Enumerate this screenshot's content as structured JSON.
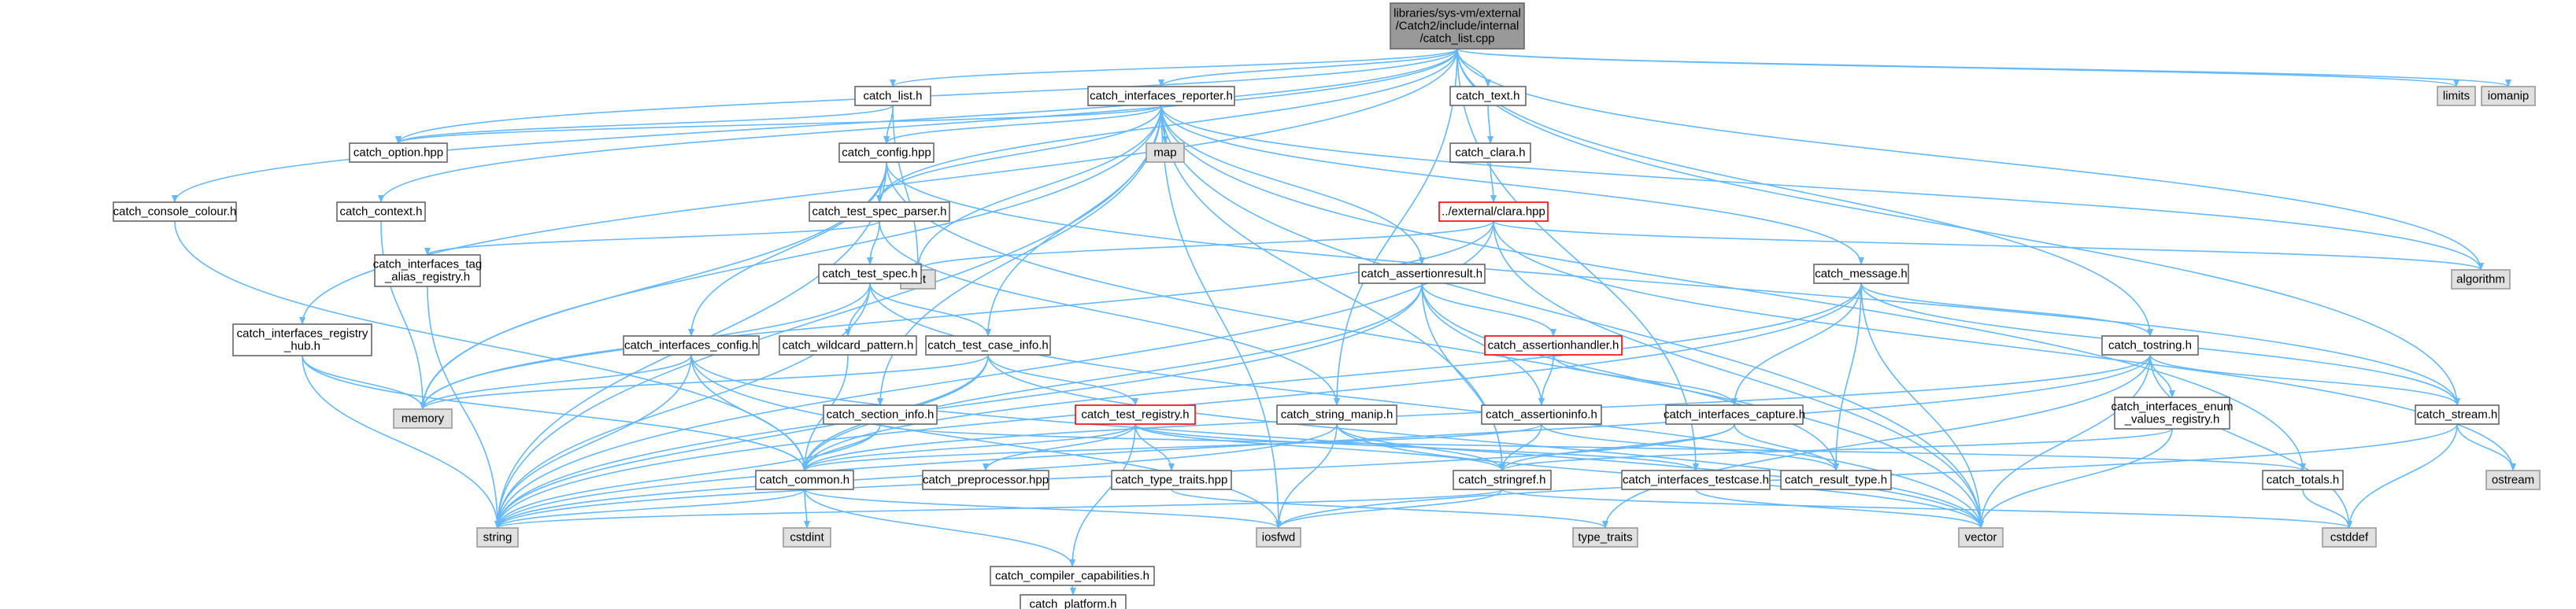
{
  "graph": {
    "colors": {
      "edge": "#63b8ff",
      "node_fill": "#ffffff",
      "node_border": "#666666",
      "root_fill": "#999999",
      "external_fill": "#e0e0e0",
      "external_border": "#999999",
      "highlight_border": "#ff0000"
    },
    "nodes": [
      {
        "id": "root",
        "lines": [
          "libraries/sys-vm/external",
          "/Catch2/include/internal",
          "/catch_list.cpp"
        ],
        "kind": "root"
      },
      {
        "id": "catch_list_h",
        "lines": [
          "catch_list.h"
        ],
        "kind": "normal"
      },
      {
        "id": "catch_interfaces_reporter_h",
        "lines": [
          "catch_interfaces_reporter.h"
        ],
        "kind": "normal"
      },
      {
        "id": "catch_text_h",
        "lines": [
          "catch_text.h"
        ],
        "kind": "normal"
      },
      {
        "id": "limits",
        "lines": [
          "limits"
        ],
        "kind": "external"
      },
      {
        "id": "iomanip",
        "lines": [
          "iomanip"
        ],
        "kind": "external"
      },
      {
        "id": "catch_option_hpp",
        "lines": [
          "catch_option.hpp"
        ],
        "kind": "normal"
      },
      {
        "id": "map",
        "lines": [
          "map"
        ],
        "kind": "external"
      },
      {
        "id": "catch_clara_h",
        "lines": [
          "catch_clara.h"
        ],
        "kind": "normal"
      },
      {
        "id": "catch_config_hpp",
        "lines": [
          "catch_config.hpp"
        ],
        "kind": "normal"
      },
      {
        "id": "clara_hpp",
        "lines": [
          "../external/clara.hpp"
        ],
        "kind": "highlight"
      },
      {
        "id": "catch_console_colour_h",
        "lines": [
          "catch_console_colour.h"
        ],
        "kind": "normal"
      },
      {
        "id": "catch_context_h",
        "lines": [
          "catch_context.h"
        ],
        "kind": "normal"
      },
      {
        "id": "catch_test_spec_parser_h",
        "lines": [
          "catch_test_spec_parser.h"
        ],
        "kind": "normal"
      },
      {
        "id": "set",
        "lines": [
          "set"
        ],
        "kind": "external"
      },
      {
        "id": "algorithm",
        "lines": [
          "algorithm"
        ],
        "kind": "external"
      },
      {
        "id": "catch_interfaces_tag_alias_registry_h",
        "lines": [
          "catch_interfaces_tag",
          "_alias_registry.h"
        ],
        "kind": "normal"
      },
      {
        "id": "catch_test_spec_h",
        "lines": [
          "catch_test_spec.h"
        ],
        "kind": "normal"
      },
      {
        "id": "catch_assertionresult_h",
        "lines": [
          "catch_assertionresult.h"
        ],
        "kind": "normal"
      },
      {
        "id": "catch_message_h",
        "lines": [
          "catch_message.h"
        ],
        "kind": "normal"
      },
      {
        "id": "catch_interfaces_registry_hub_h",
        "lines": [
          "catch_interfaces_registry",
          "_hub.h"
        ],
        "kind": "normal"
      },
      {
        "id": "catch_interfaces_config_h",
        "lines": [
          "catch_interfaces_config.h"
        ],
        "kind": "normal"
      },
      {
        "id": "catch_wildcard_pattern_h",
        "lines": [
          "catch_wildcard_pattern.h"
        ],
        "kind": "normal"
      },
      {
        "id": "catch_test_case_info_h",
        "lines": [
          "catch_test_case_info.h"
        ],
        "kind": "normal"
      },
      {
        "id": "catch_assertionhandler_h",
        "lines": [
          "catch_assertionhandler.h"
        ],
        "kind": "highlight"
      },
      {
        "id": "catch_tostring_h",
        "lines": [
          "catch_tostring.h"
        ],
        "kind": "normal"
      },
      {
        "id": "memory",
        "lines": [
          "memory"
        ],
        "kind": "external"
      },
      {
        "id": "catch_section_info_h",
        "lines": [
          "catch_section_info.h"
        ],
        "kind": "normal"
      },
      {
        "id": "catch_test_registry_h",
        "lines": [
          "catch_test_registry.h"
        ],
        "kind": "highlight"
      },
      {
        "id": "catch_string_manip_h",
        "lines": [
          "catch_string_manip.h"
        ],
        "kind": "normal"
      },
      {
        "id": "catch_assertioninfo_h",
        "lines": [
          "catch_assertioninfo.h"
        ],
        "kind": "normal"
      },
      {
        "id": "catch_interfaces_capture_h",
        "lines": [
          "catch_interfaces_capture.h"
        ],
        "kind": "normal"
      },
      {
        "id": "catch_interfaces_enum_values_registry_h",
        "lines": [
          "catch_interfaces_enum",
          "_values_registry.h"
        ],
        "kind": "normal"
      },
      {
        "id": "catch_stream_h",
        "lines": [
          "catch_stream.h"
        ],
        "kind": "normal"
      },
      {
        "id": "catch_common_h",
        "lines": [
          "catch_common.h"
        ],
        "kind": "normal"
      },
      {
        "id": "catch_preprocessor_hpp",
        "lines": [
          "catch_preprocessor.hpp"
        ],
        "kind": "normal"
      },
      {
        "id": "catch_type_traits_hpp",
        "lines": [
          "catch_type_traits.hpp"
        ],
        "kind": "normal"
      },
      {
        "id": "catch_stringref_h",
        "lines": [
          "catch_stringref.h"
        ],
        "kind": "normal"
      },
      {
        "id": "catch_interfaces_testcase_h",
        "lines": [
          "catch_interfaces_testcase.h"
        ],
        "kind": "normal"
      },
      {
        "id": "catch_result_type_h",
        "lines": [
          "catch_result_type.h"
        ],
        "kind": "normal"
      },
      {
        "id": "catch_totals_h",
        "lines": [
          "catch_totals.h"
        ],
        "kind": "normal"
      },
      {
        "id": "ostream",
        "lines": [
          "ostream"
        ],
        "kind": "external"
      },
      {
        "id": "string",
        "lines": [
          "string"
        ],
        "kind": "external"
      },
      {
        "id": "cstdint",
        "lines": [
          "cstdint"
        ],
        "kind": "external"
      },
      {
        "id": "iosfwd",
        "lines": [
          "iosfwd"
        ],
        "kind": "external"
      },
      {
        "id": "type_traits",
        "lines": [
          "type_traits"
        ],
        "kind": "external"
      },
      {
        "id": "vector",
        "lines": [
          "vector"
        ],
        "kind": "external"
      },
      {
        "id": "cstddef",
        "lines": [
          "cstddef"
        ],
        "kind": "external"
      },
      {
        "id": "catch_compiler_capabilities_h",
        "lines": [
          "catch_compiler_capabilities.h"
        ],
        "kind": "normal"
      },
      {
        "id": "catch_platform_h",
        "lines": [
          "catch_platform.h"
        ],
        "kind": "normal"
      }
    ],
    "edges": [
      [
        "root",
        "catch_list_h"
      ],
      [
        "root",
        "catch_interfaces_reporter_h"
      ],
      [
        "root",
        "catch_text_h"
      ],
      [
        "root",
        "limits"
      ],
      [
        "root",
        "iomanip"
      ],
      [
        "root",
        "catch_option_hpp"
      ],
      [
        "root",
        "catch_console_colour_h"
      ],
      [
        "root",
        "catch_context_h"
      ],
      [
        "root",
        "catch_test_spec_parser_h"
      ],
      [
        "root",
        "algorithm"
      ],
      [
        "root",
        "catch_interfaces_registry_hub_h"
      ],
      [
        "root",
        "catch_string_manip_h"
      ],
      [
        "root",
        "catch_tostring_h"
      ],
      [
        "root",
        "catch_stream_h"
      ],
      [
        "root",
        "catch_interfaces_testcase_h"
      ],
      [
        "catch_list_h",
        "catch_option_hpp"
      ],
      [
        "catch_list_h",
        "catch_config_hpp"
      ],
      [
        "catch_list_h",
        "set"
      ],
      [
        "catch_interfaces_reporter_h",
        "catch_option_hpp"
      ],
      [
        "catch_interfaces_reporter_h",
        "map"
      ],
      [
        "catch_interfaces_reporter_h",
        "catch_config_hpp"
      ],
      [
        "catch_interfaces_reporter_h",
        "catch_test_spec_parser_h"
      ],
      [
        "catch_interfaces_reporter_h",
        "set"
      ],
      [
        "catch_interfaces_reporter_h",
        "catch_assertionresult_h"
      ],
      [
        "catch_interfaces_reporter_h",
        "catch_message_h"
      ],
      [
        "catch_interfaces_reporter_h",
        "catch_test_case_info_h"
      ],
      [
        "catch_interfaces_reporter_h",
        "catch_section_info_h"
      ],
      [
        "catch_interfaces_reporter_h",
        "catch_stringref_h"
      ],
      [
        "catch_interfaces_reporter_h",
        "catch_totals_h"
      ],
      [
        "catch_interfaces_reporter_h",
        "string"
      ],
      [
        "catch_interfaces_reporter_h",
        "memory"
      ],
      [
        "catch_interfaces_reporter_h",
        "iosfwd"
      ],
      [
        "catch_interfaces_reporter_h",
        "vector"
      ],
      [
        "catch_interfaces_reporter_h",
        "algorithm"
      ],
      [
        "catch_text_h",
        "catch_clara_h"
      ],
      [
        "catch_clara_h",
        "clara_hpp"
      ],
      [
        "clara_hpp",
        "set"
      ],
      [
        "clara_hpp",
        "algorithm"
      ],
      [
        "clara_hpp",
        "memory"
      ],
      [
        "clara_hpp",
        "vector"
      ],
      [
        "clara_hpp",
        "ostream"
      ],
      [
        "clara_hpp",
        "string"
      ],
      [
        "catch_config_hpp",
        "catch_test_spec_parser_h"
      ],
      [
        "catch_config_hpp",
        "catch_interfaces_config_h"
      ],
      [
        "catch_config_hpp",
        "catch_stream_h"
      ],
      [
        "catch_config_hpp",
        "memory"
      ],
      [
        "catch_config_hpp",
        "vector"
      ],
      [
        "catch_config_hpp",
        "string"
      ],
      [
        "catch_console_colour_h",
        "catch_common_h"
      ],
      [
        "catch_context_h",
        "memory"
      ],
      [
        "catch_test_spec_parser_h",
        "catch_test_spec_h"
      ],
      [
        "catch_test_spec_parser_h",
        "catch_interfaces_tag_alias_registry_h"
      ],
      [
        "catch_test_spec_parser_h",
        "catch_string_manip_h"
      ],
      [
        "catch_interfaces_tag_alias_registry_h",
        "string"
      ],
      [
        "catch_test_spec_h",
        "catch_wildcard_pattern_h"
      ],
      [
        "catch_test_spec_h",
        "catch_test_case_info_h"
      ],
      [
        "catch_test_spec_h",
        "string"
      ],
      [
        "catch_test_spec_h",
        "vector"
      ],
      [
        "catch_test_spec_h",
        "memory"
      ],
      [
        "catch_assertionresult_h",
        "catch_assertionhandler_h"
      ],
      [
        "catch_assertionresult_h",
        "catch_assertioninfo_h"
      ],
      [
        "catch_assertionresult_h",
        "catch_result_type_h"
      ],
      [
        "catch_assertionresult_h",
        "catch_common_h"
      ],
      [
        "catch_assertionresult_h",
        "catch_stringref_h"
      ],
      [
        "catch_assertionresult_h",
        "string"
      ],
      [
        "catch_message_h",
        "catch_interfaces_capture_h"
      ],
      [
        "catch_message_h",
        "catch_tostring_h"
      ],
      [
        "catch_message_h",
        "catch_stream_h"
      ],
      [
        "catch_message_h",
        "catch_result_type_h"
      ],
      [
        "catch_message_h",
        "catch_common_h"
      ],
      [
        "catch_message_h",
        "string"
      ],
      [
        "catch_message_h",
        "vector"
      ],
      [
        "catch_interfaces_registry_hub_h",
        "catch_common_h"
      ],
      [
        "catch_interfaces_registry_hub_h",
        "string"
      ],
      [
        "catch_interfaces_registry_hub_h",
        "memory"
      ],
      [
        "catch_interfaces_config_h",
        "catch_common_h"
      ],
      [
        "catch_interfaces_config_h",
        "iosfwd"
      ],
      [
        "catch_interfaces_config_h",
        "string"
      ],
      [
        "catch_interfaces_config_h",
        "vector"
      ],
      [
        "catch_interfaces_config_h",
        "memory"
      ],
      [
        "catch_wildcard_pattern_h",
        "catch_common_h"
      ],
      [
        "catch_test_case_info_h",
        "catch_common_h"
      ],
      [
        "catch_test_case_info_h",
        "catch_test_registry_h"
      ],
      [
        "catch_test_case_info_h",
        "string"
      ],
      [
        "catch_test_case_info_h",
        "vector"
      ],
      [
        "catch_test_case_info_h",
        "memory"
      ],
      [
        "catch_assertionhandler_h",
        "catch_assertioninfo_h"
      ],
      [
        "catch_assertionhandler_h",
        "catch_interfaces_capture_h"
      ],
      [
        "catch_tostring_h",
        "catch_common_h"
      ],
      [
        "catch_tostring_h",
        "catch_stream_h"
      ],
      [
        "catch_tostring_h",
        "catch_interfaces_enum_values_registry_h"
      ],
      [
        "catch_tostring_h",
        "vector"
      ],
      [
        "catch_tostring_h",
        "cstddef"
      ],
      [
        "catch_tostring_h",
        "type_traits"
      ],
      [
        "catch_tostring_h",
        "string"
      ],
      [
        "catch_section_info_h",
        "catch_common_h"
      ],
      [
        "catch_section_info_h",
        "catch_totals_h"
      ],
      [
        "catch_section_info_h",
        "string"
      ],
      [
        "catch_test_registry_h",
        "catch_common_h"
      ],
      [
        "catch_test_registry_h",
        "catch_interfaces_testcase_h"
      ],
      [
        "catch_test_registry_h",
        "catch_compiler_capabilities_h"
      ],
      [
        "catch_test_registry_h",
        "catch_stringref_h"
      ],
      [
        "catch_test_registry_h",
        "catch_type_traits_hpp"
      ],
      [
        "catch_test_registry_h",
        "catch_preprocessor_hpp"
      ],
      [
        "catch_string_manip_h",
        "catch_stringref_h"
      ],
      [
        "catch_string_manip_h",
        "string"
      ],
      [
        "catch_string_manip_h",
        "iosfwd"
      ],
      [
        "catch_string_manip_h",
        "vector"
      ],
      [
        "catch_assertioninfo_h",
        "catch_result_type_h"
      ],
      [
        "catch_assertioninfo_h",
        "catch_common_h"
      ],
      [
        "catch_assertioninfo_h",
        "catch_stringref_h"
      ],
      [
        "catch_interfaces_capture_h",
        "catch_stringref_h"
      ],
      [
        "catch_interfaces_capture_h",
        "catch_result_type_h"
      ],
      [
        "catch_interfaces_capture_h",
        "string"
      ],
      [
        "catch_interfaces_enum_values_registry_h",
        "catch_stringref_h"
      ],
      [
        "catch_interfaces_enum_values_registry_h",
        "vector"
      ],
      [
        "catch_stream_h",
        "iosfwd"
      ],
      [
        "catch_stream_h",
        "cstddef"
      ],
      [
        "catch_stream_h",
        "ostream"
      ],
      [
        "catch_common_h",
        "catch_compiler_capabilities_h"
      ],
      [
        "catch_common_h",
        "iosfwd"
      ],
      [
        "catch_common_h",
        "string"
      ],
      [
        "catch_common_h",
        "cstdint"
      ],
      [
        "catch_type_traits_hpp",
        "type_traits"
      ],
      [
        "catch_stringref_h",
        "cstddef"
      ],
      [
        "catch_stringref_h",
        "string"
      ],
      [
        "catch_stringref_h",
        "iosfwd"
      ],
      [
        "catch_interfaces_testcase_h",
        "vector"
      ],
      [
        "catch_totals_h",
        "cstddef"
      ],
      [
        "catch_compiler_capabilities_h",
        "catch_platform_h"
      ]
    ]
  }
}
